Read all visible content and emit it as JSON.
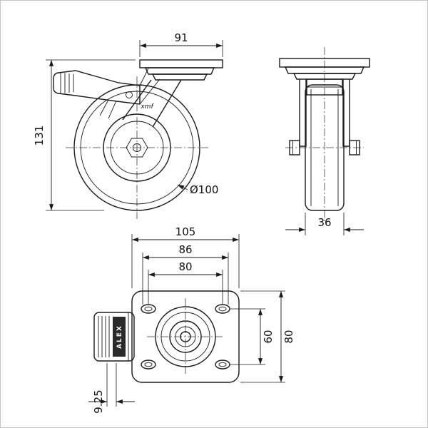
{
  "page": {
    "background": "#ffffff",
    "frame_color": "#c4c4c4",
    "line_color": "#1a1a1a"
  },
  "drawing": {
    "views": {
      "side": {
        "dim_plate_width": "91",
        "dim_overall_height": "131",
        "dim_wheel_diameter": "Ø100",
        "brand_mark": "xmf"
      },
      "front": {
        "dim_wheel_width": "36"
      },
      "plan": {
        "dim_plate_width": "105",
        "dim_bolt_span_outer": "86",
        "dim_bolt_span": "80",
        "dim_bolt_row_spacing": "60",
        "dim_plate_depth": "80",
        "dim_pedal_offset": "9.25",
        "pedal_label": "ALEX"
      }
    }
  }
}
